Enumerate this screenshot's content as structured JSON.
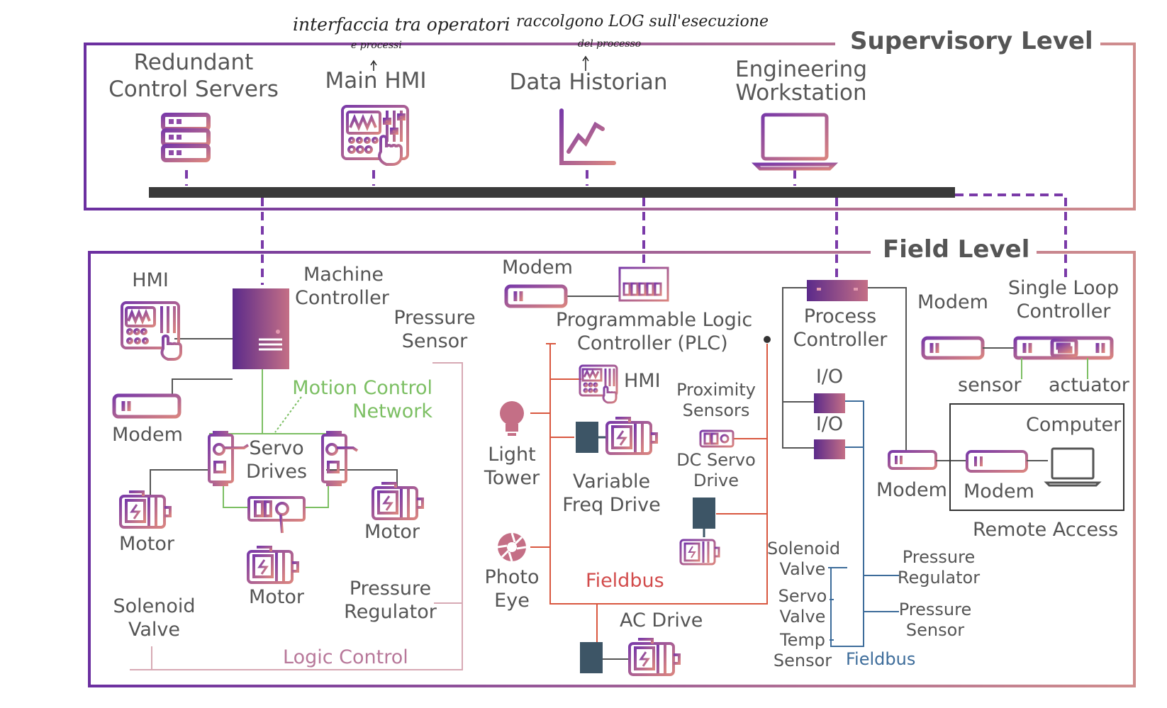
{
  "annotations": {
    "hmi_note_line1": "interfaccia tra operatori",
    "hmi_note_line2": "e processi",
    "historian_note_line1": "raccolgono LOG sull'esecuzione",
    "historian_note_line2": "del processo"
  },
  "supervisory": {
    "title": "Supervisory Level",
    "redundant_servers": [
      "Redundant",
      "Control Servers"
    ],
    "main_hmi": "Main HMI",
    "data_historian": "Data Historian",
    "engineering_workstation": [
      "Engineering",
      "Workstation"
    ]
  },
  "field": {
    "title": "Field Level",
    "left": {
      "hmi": "HMI",
      "machine_controller": [
        "Machine",
        "Controller"
      ],
      "pressure_sensor": [
        "Pressure",
        "Sensor"
      ],
      "motion_control_network": [
        "Motion Control",
        "Network"
      ],
      "modem": "Modem",
      "servo_drives": [
        "Servo",
        "Drives"
      ],
      "motor_left": "Motor",
      "motor_right": "Motor",
      "motor_bottom": "Motor",
      "solenoid_valve": [
        "Solenoid",
        "Valve"
      ],
      "pressure_regulator": [
        "Pressure",
        "Regulator"
      ],
      "logic_control": "Logic Control"
    },
    "plc": {
      "modem": "Modem",
      "plc": [
        "Programmable Logic",
        "Controller (PLC)"
      ],
      "hmi": "HMI",
      "proximity_sensors": [
        "Proximity",
        "Sensors"
      ],
      "dc_servo_drive": [
        "DC Servo",
        "Drive"
      ],
      "light_tower": [
        "Light",
        "Tower"
      ],
      "vfd": [
        "Variable",
        "Freq Drive"
      ],
      "photo_eye": [
        "Photo",
        "Eye"
      ],
      "fieldbus": "Fieldbus",
      "ac_drive": "AC Drive"
    },
    "process": {
      "process_controller": [
        "Process",
        "Controller"
      ],
      "io_1": "I/O",
      "io_2": "I/O",
      "solenoid_valve": [
        "Solenoid",
        "Valve"
      ],
      "servo_valve": [
        "Servo",
        "Valve"
      ],
      "temp_sensor": [
        "Temp",
        "Sensor"
      ],
      "fieldbus": "Fieldbus",
      "pressure_regulator": [
        "Pressure",
        "Regulator"
      ],
      "pressure_sensor": [
        "Pressure",
        "Sensor"
      ],
      "modem": "Modem"
    },
    "remote": {
      "modem_top": "Modem",
      "single_loop_controller": [
        "Single Loop",
        "Controller"
      ],
      "sensor": "sensor",
      "actuator": "actuator",
      "computer": "Computer",
      "modem_inner": "Modem",
      "remote_access": "Remote Access"
    }
  },
  "colors": {
    "purple": "#6b2fa0",
    "rose": "#c4758f",
    "bus": "#3a3a3a",
    "green": "#7cbf63",
    "red": "#d9573f",
    "blue": "#3d6c9a",
    "slate": "#3d5566"
  }
}
